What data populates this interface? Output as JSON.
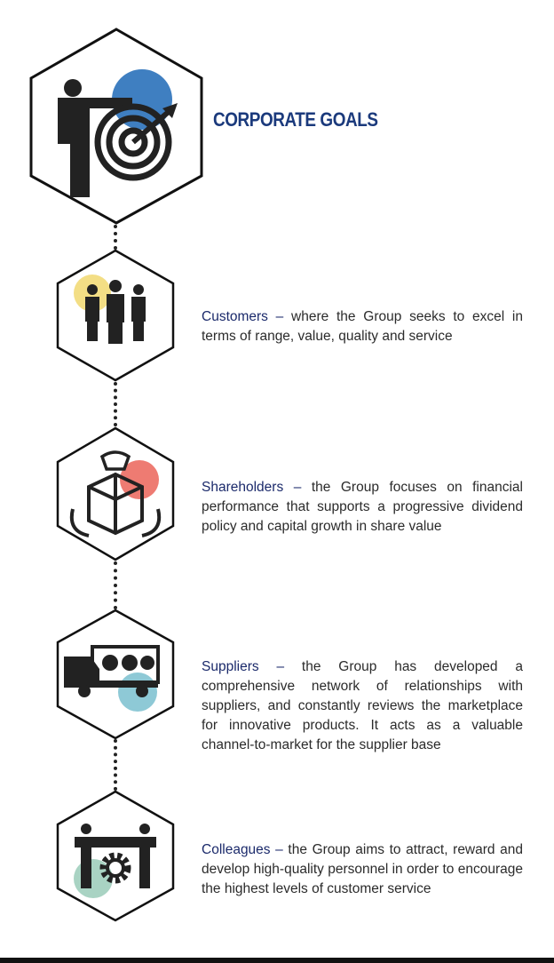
{
  "header": {
    "title": "CORPORATE GOALS"
  },
  "goals": [
    {
      "heading": "Customers",
      "separator": " – ",
      "text": "where the Group seeks to excel in terms of range, value, quality and service",
      "icon": "customers-group-icon",
      "accent": "#f3de85"
    },
    {
      "heading": "Shareholders",
      "separator": " – ",
      "text": "the Group focuses on financial performance that supports a progressive dividend policy and capital growth in share value",
      "icon": "shareholders-hands-icon",
      "accent": "#ee7b72"
    },
    {
      "heading": "Suppliers",
      "separator": " – ",
      "text": "the Group has developed a comprehensive network of relationships with suppliers, and constantly reviews the marketplace for innovative products. It acts as a valuable channel-to-market for the supplier base",
      "icon": "delivery-truck-icon",
      "accent": "#8ec9d6"
    },
    {
      "heading": "Colleagues",
      "separator": " – ",
      "text": "the Group aims to attract, reward and develop high-quality personnel in order to encourage the highest levels of customer service",
      "icon": "colleagues-gear-icon",
      "accent": "#a9d3c3"
    }
  ],
  "colors": {
    "title": "#1b3a7c",
    "heading": "#1b2a6b",
    "target_accent": "#3f7fc1"
  }
}
